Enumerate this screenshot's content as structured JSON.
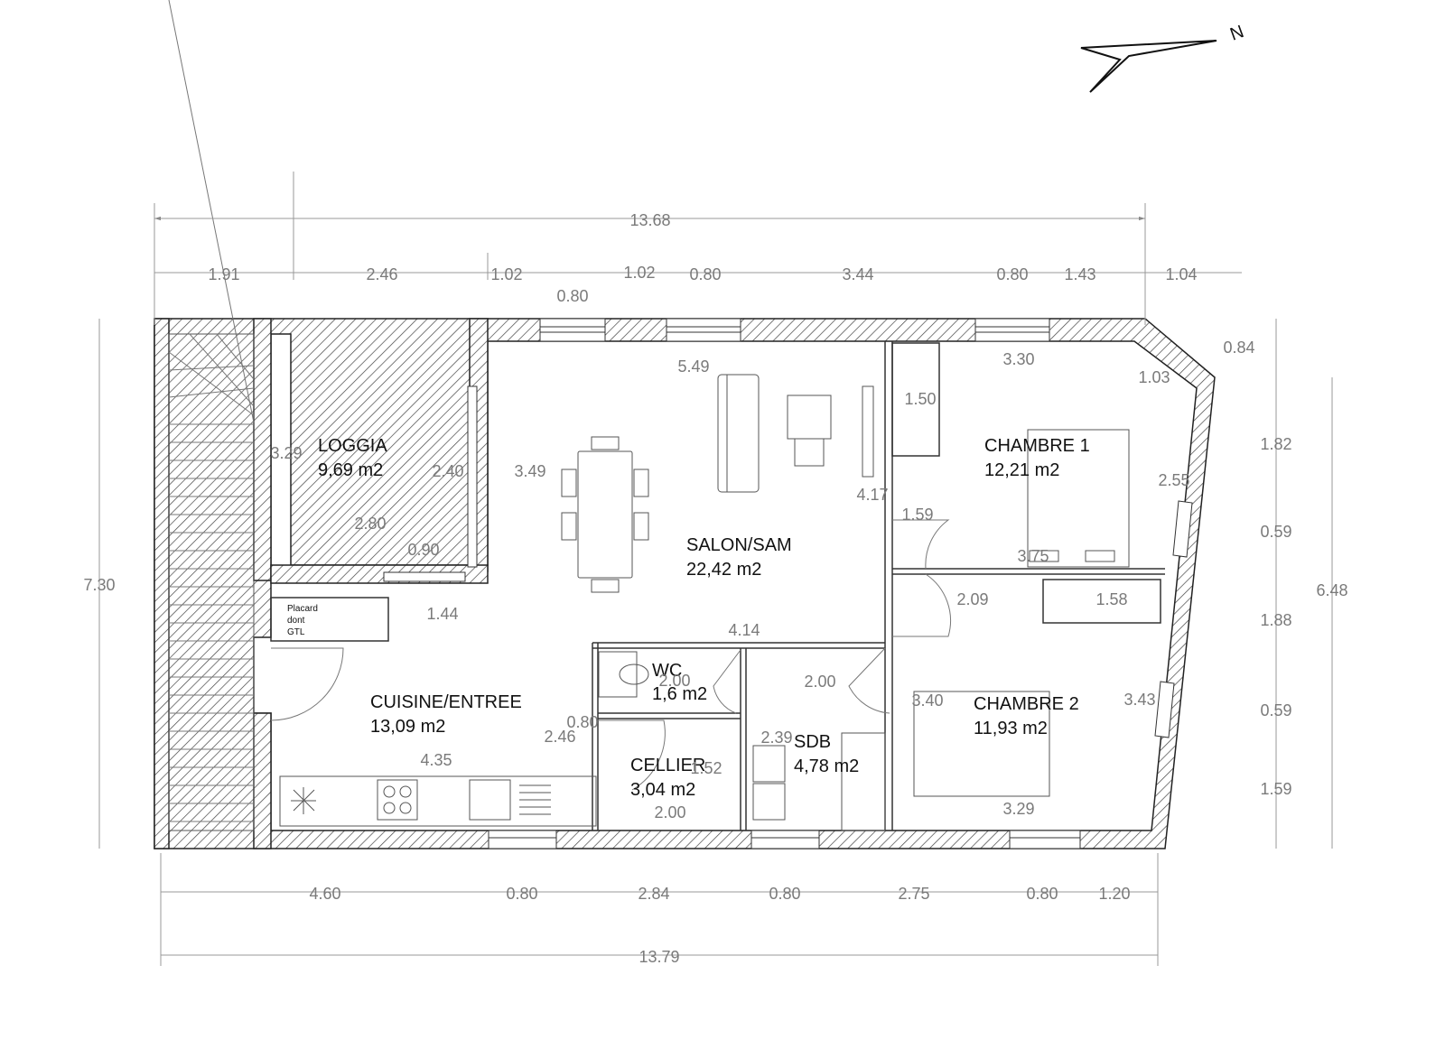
{
  "north": {
    "label": "N"
  },
  "rooms": {
    "loggia": {
      "name": "LOGGIA",
      "area": "9,69 m2"
    },
    "salon": {
      "name": "SALON/SAM",
      "area": "22,42 m2"
    },
    "chambre1": {
      "name": "CHAMBRE 1",
      "area": "12,21 m2"
    },
    "chambre2": {
      "name": "CHAMBRE 2",
      "area": "11,93 m2"
    },
    "cuisine": {
      "name": "CUISINE/ENTREE",
      "area": "13,09 m2"
    },
    "wc": {
      "name": "WC",
      "area": "1,6 m2"
    },
    "cellier": {
      "name": "CELLIER",
      "area": "3,04 m2"
    },
    "sdb": {
      "name": "SDB",
      "area": "4,78 m2"
    },
    "placard": {
      "line1": "Placard",
      "line2": "dont",
      "line3": "GTL"
    }
  },
  "dimensions": {
    "top_total": "13.68",
    "top_segments": [
      "1.91",
      "2.46",
      "1.02",
      "0.80",
      "1.02",
      "0.80",
      "3.44",
      "0.80",
      "1.43",
      "1.04"
    ],
    "bottom_total": "13.79",
    "bottom_segments": [
      "4.60",
      "0.80",
      "2.84",
      "0.80",
      "2.75",
      "0.80",
      "1.20"
    ],
    "left_total": "7.30",
    "right_total": "6.48",
    "right_segments": [
      "0.84",
      "1.82",
      "0.59",
      "1.88",
      "0.59",
      "1.59"
    ],
    "interior": {
      "loggia_height": "3.29",
      "loggia_width": "2.80",
      "loggia_window": "2.40",
      "loggia_door": "0.90",
      "salon_width": "5.49",
      "salon_height": "3.49",
      "salon_depth": "4.17",
      "salon_lower_width": "4.14",
      "placard_width": "1.44",
      "ch1_width": "3.30",
      "ch1_diag": "1.03",
      "ch1_closet": "1.50",
      "ch1_side": "2.55",
      "ch1_bottom": "3.75",
      "hall_door": "1.59",
      "hall_width": "2.09",
      "closet2_width": "1.58",
      "wc_width": "2.00",
      "sdb_width": "2.00",
      "sdb_height": "2.39",
      "ch2_height": "3.40",
      "ch2_side": "3.43",
      "ch2_width": "3.29",
      "cellier_door": "0.80",
      "cellier_height": "1.52",
      "cellier_width": "2.00",
      "kitchen_height": "2.46",
      "kitchen_width": "4.35"
    }
  }
}
